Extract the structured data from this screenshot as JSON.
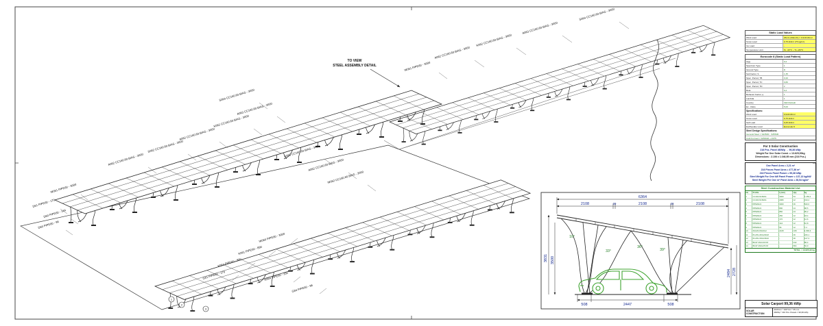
{
  "iso": {
    "note": [
      "TO VIEW",
      "STEEL ASSEMBLY DETAIL"
    ],
    "labels": [
      "S064 CC160.60.BIAS - 3000",
      "A063 CC160.60.BIAS - 3000",
      "K062 CC160.60.BIAS - 3000",
      "A062 CC160.60.BIAS - 3000",
      "W061 PIPE60 - 3000",
      "S064 CC160.60.BIAS - 3000",
      "A063 CC160.60.BIAS - 3000",
      "K062 CC160.60.BIAS - 3000",
      "A062 CC160.60.BIAS - 3000",
      "S062 CC160.60.BIAS - 3000",
      "A062 CC160.60.BIAS - 3000",
      "W061 PIPE60 - 3000",
      "D61 PIPE60 - 170",
      "D60 PIPE60 - 144",
      "D60 PIPE60 - 96",
      "K063 CC160.60.BIAS - 3000",
      "A062 CC160.60.BIAS - 3000",
      "W062 CC160.60.BIAS - 3000",
      "W060 PIPE60 - 3000",
      "K061 PIPE60 - 890",
      "K064 PIPE60 - 860",
      "G61 PIPE60 - 170",
      "K064 PIPE60 - 250",
      "G64 PIPE60 - 96"
    ],
    "balloons": [
      "1",
      "2",
      "3"
    ]
  },
  "detail": {
    "dim_overall": "6364",
    "dim_segments": [
      "2108",
      "20",
      "2108",
      "20",
      "2108"
    ],
    "dim_left_outer": "3831",
    "dim_left_inner": "3500",
    "dim_right_inner": "2484",
    "dim_right_outer": "2728",
    "dim_bottom": [
      "508",
      "2447",
      "508"
    ],
    "angles": [
      "10°",
      "33°",
      "36°",
      "39°"
    ]
  },
  "tables": {
    "static": {
      "title": "Static Load Values",
      "rows": [
        {
          "label": "Wind Load",
          "value": "26m/s (94km/h) = 0,919 kN/m²"
        },
        {
          "label": "Snow Load",
          "value": "0,75 kN/m² (75 kg/m²)"
        },
        {
          "label": "Ice Load",
          "value": "-"
        },
        {
          "label": "Temperature Limit",
          "value": "To -40°C ~ To +80°C"
        }
      ]
    },
    "eurocode": {
      "title": "Eurocode 8 (Static Load Pattern)",
      "rows": [
        {
          "label": "A(g)",
          "value": "0,2"
        },
        {
          "label": "Spectrum Type",
          "value": "1"
        },
        {
          "label": "Ground Type",
          "value": "D"
        },
        {
          "label": "Soil Factor, S",
          "value": "1,35"
        },
        {
          "label": "Spec. Period, TB",
          "value": "0,20"
        },
        {
          "label": "Spec. Period, TC",
          "value": "0,80"
        },
        {
          "label": "Spec. Period, TD",
          "value": "2"
        },
        {
          "label": "Beta",
          "value": "0,2"
        },
        {
          "label": "Behavior Factor, q",
          "value": "1"
        },
        {
          "label": "Lambda",
          "value": "1"
        },
        {
          "label": "Country",
          "value": "CEN Default"
        },
        {
          "label": "Ec - Ratio",
          "value": "5,00"
        }
      ]
    },
    "specs": {
      "title": "Specifications:",
      "rows": [
        {
          "label": "Wind Load",
          "value": "0,919 kN/m²"
        },
        {
          "label": "Snow Load",
          "value": "0,75 kN/m²"
        },
        {
          "label": "Self Load",
          "value": "0,25 kN/m²"
        },
        {
          "label": "Earthquake Load",
          "value": "Eurocode 8"
        }
      ],
      "steel_title": "Steel Design Specifications:",
      "steel_rows": [
        "General Steel = S235JR - S355JR",
        "Cold Formed = S350GD + Z275"
      ]
    },
    "construction": {
      "title": "For 3 Solar Construction",
      "lines": [
        "216 Pcs. Panel 460Wp → 99,36 kWp",
        "Weight For One Solar Const. = 13.625,90kg",
        "Dimensions : 2.106 x 1.046,95 mm (216 Pcs.)"
      ],
      "lines2": [
        "One Panel Area = 2,21 m²",
        "216 Pieces Panel Area = 477,36 m²",
        "216 Pieces Panel Power = 99,36 kWp",
        "Steel Weight For One kW Panel Power = 137,13 kg/kW",
        "Steel Weight Per One m² Panel Area = 28,54 kg/m²"
      ]
    },
    "parts": {
      "title": "Steel Construction Material List",
      "headers": {
        "n": "No",
        "p": "Profile",
        "l": "L(mm)",
        "q": "Qty",
        "w": "kg"
      },
      "rows": [
        {
          "n": "1",
          "p": "CC160.60.BIAS",
          "l": "3000",
          "q": "54",
          "w": "1.250,4"
        },
        {
          "n": "2",
          "p": "CC160.60.BIAS",
          "l": "2980",
          "q": "12",
          "w": "310,2"
        },
        {
          "n": "3",
          "p": "PIPE60x3",
          "l": "3000",
          "q": "36",
          "w": "540,0"
        },
        {
          "n": "4",
          "p": "PIPE60x3",
          "l": "890",
          "q": "24",
          "w": "98,5"
        },
        {
          "n": "5",
          "p": "PIPE60x3",
          "l": "860",
          "q": "24",
          "w": "95,2"
        },
        {
          "n": "6",
          "p": "PIPE60x3",
          "l": "250",
          "q": "12",
          "w": "18,4"
        },
        {
          "n": "7",
          "p": "PIPE60x3",
          "l": "170",
          "q": "12",
          "w": "12,6"
        },
        {
          "n": "8",
          "p": "PIPE60x3",
          "l": "144",
          "q": "12",
          "w": "10,8"
        },
        {
          "n": "9",
          "p": "PIPE60x3",
          "l": "96",
          "q": "12",
          "w": "7,2"
        },
        {
          "n": "10",
          "p": "SIGMA 80x40x2",
          "l": "2108",
          "q": "108",
          "w": "1.890,6"
        },
        {
          "n": "11",
          "p": "PLATE 200x200x8",
          "l": "-",
          "q": "36",
          "w": "226,1"
        },
        {
          "n": "12",
          "p": "PLATE 150x150x6",
          "l": "-",
          "q": "36",
          "w": "127,3"
        },
        {
          "n": "13",
          "p": "BOLT M12x30 8.8",
          "l": "-",
          "q": "432",
          "w": "86,4"
        },
        {
          "n": "14",
          "p": "BOLT M10x25 8.8",
          "l": "-",
          "q": "864",
          "w": "52,9"
        }
      ],
      "total": "TOTAL = 13.625,90 kg"
    },
    "title_block": {
      "title": "Solar Carport 99,36 kWp",
      "org": "SOLAR CONSTRUCTION",
      "line1": "2106mm * 1047mm * 35 mm",
      "line2": "460Wp * 216 Pcs. Panels = 99,36 kWp"
    }
  }
}
